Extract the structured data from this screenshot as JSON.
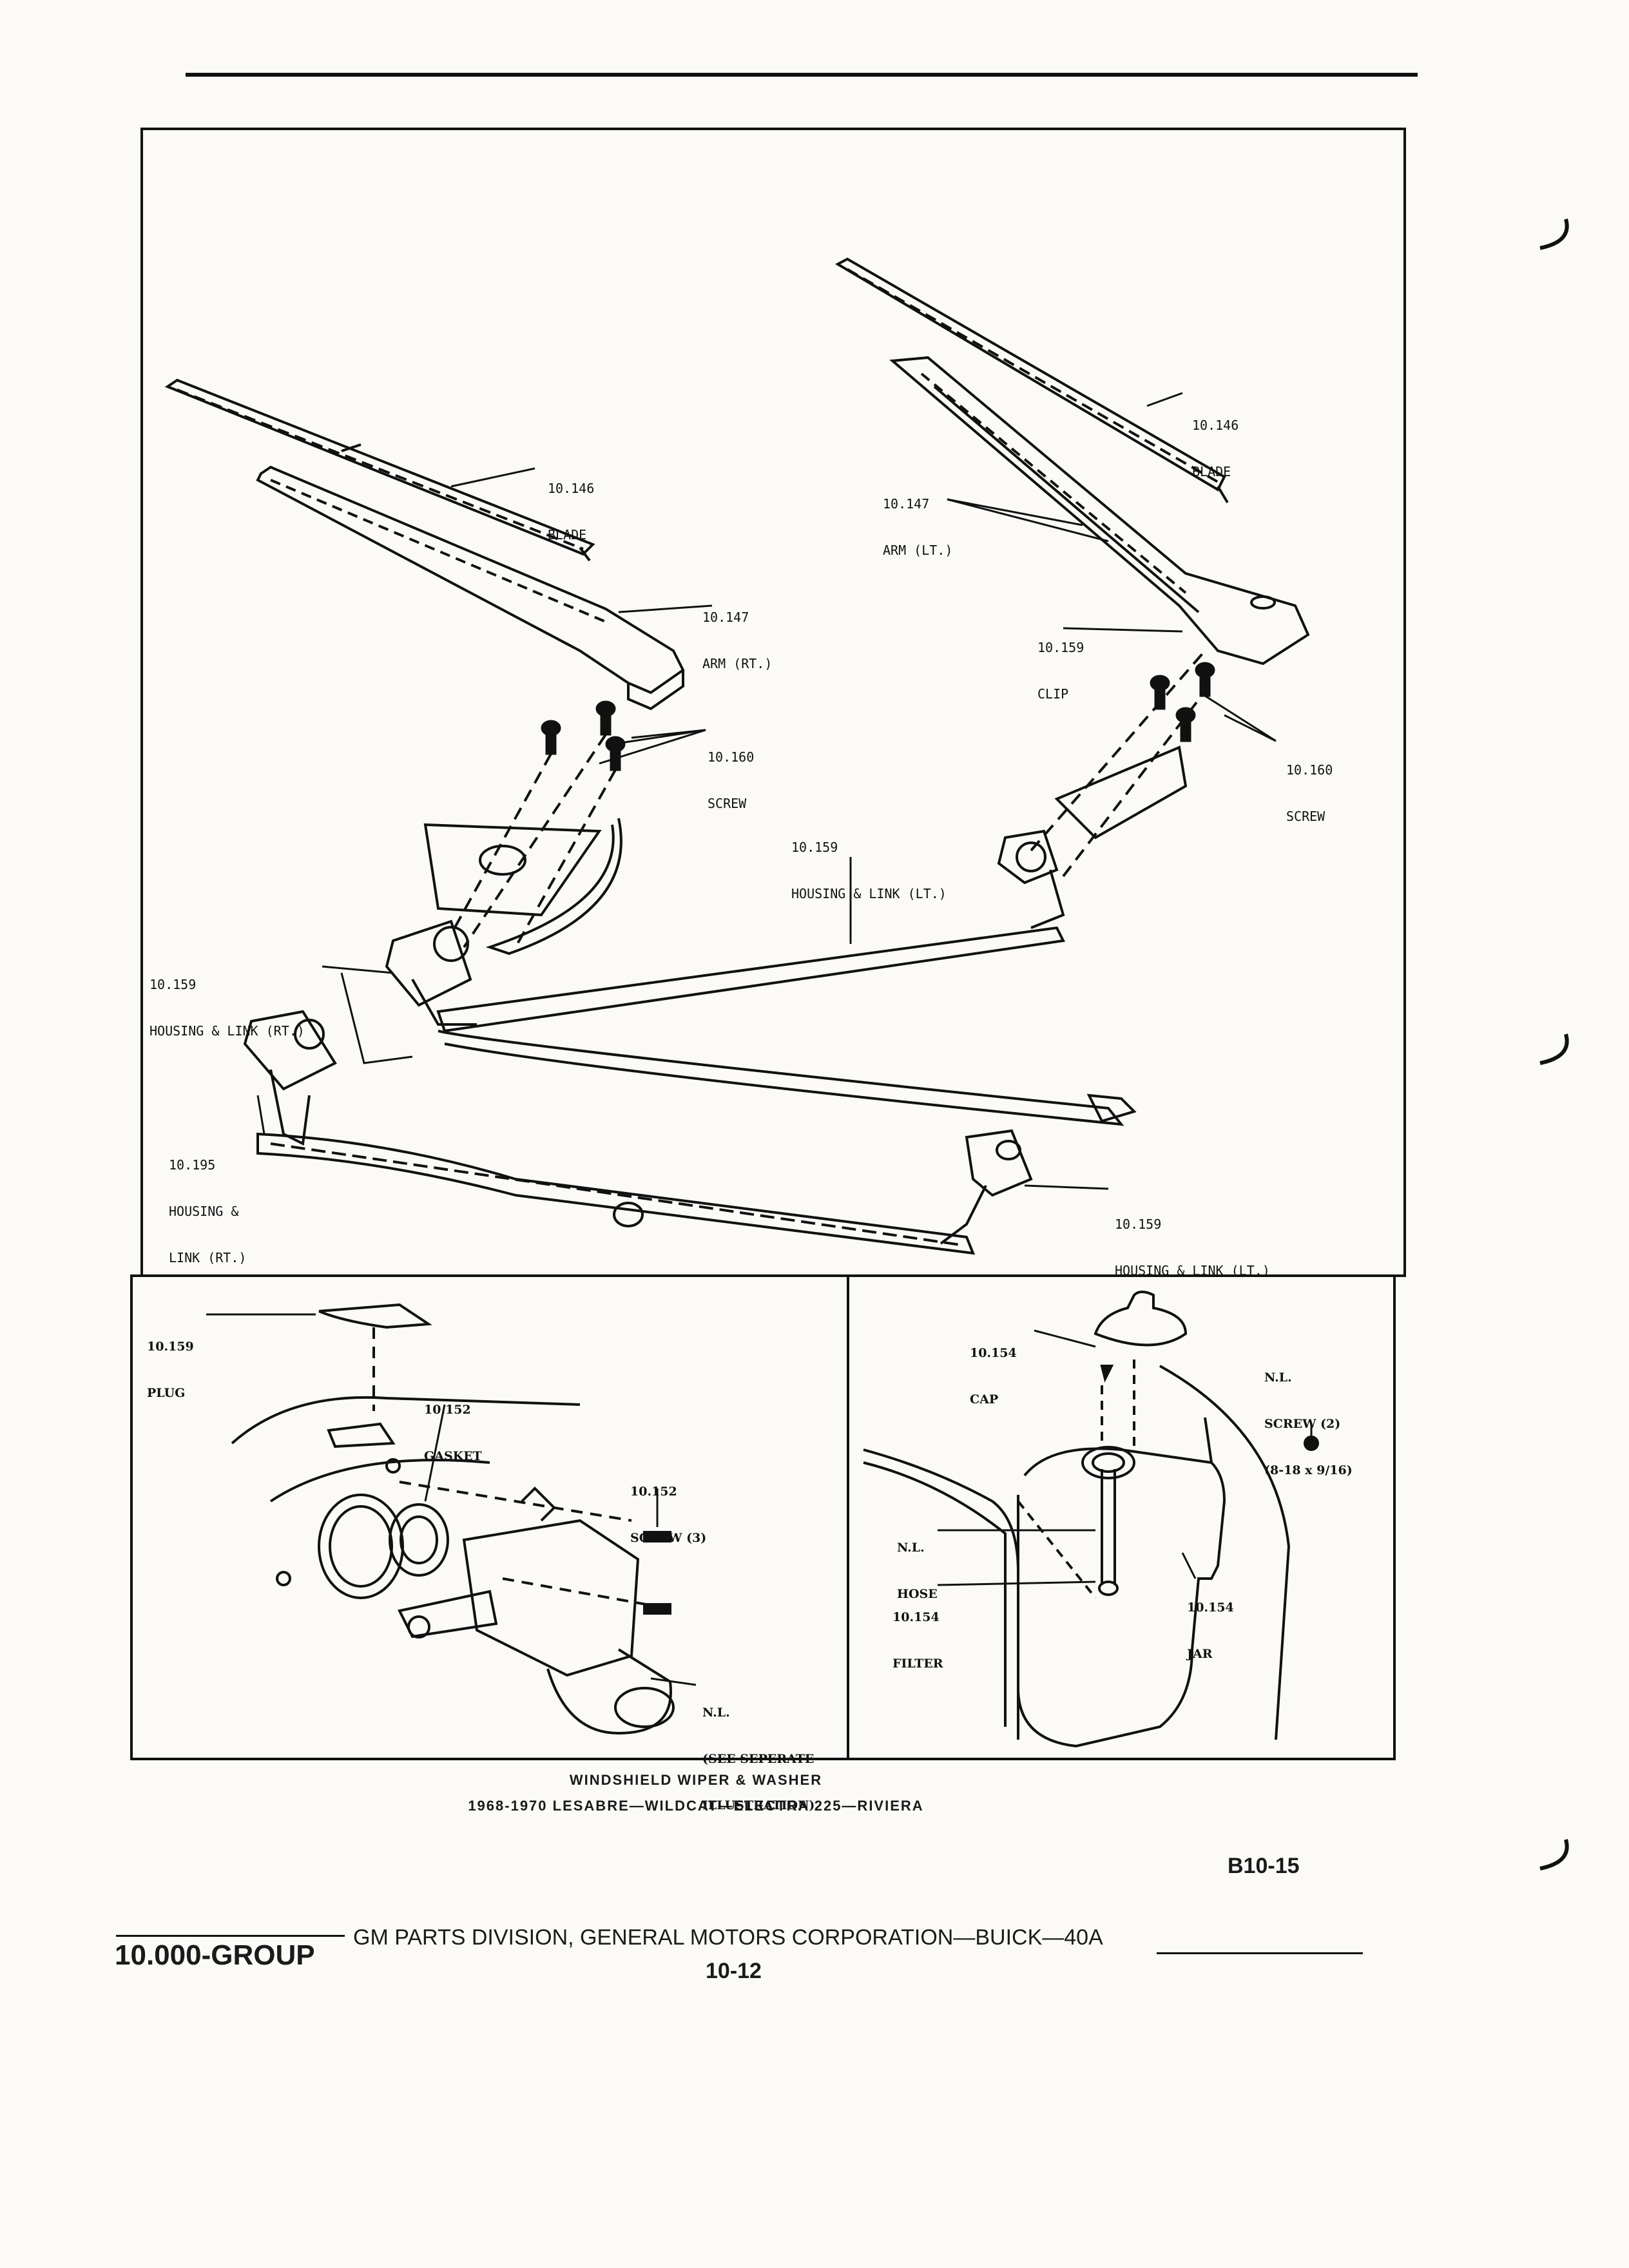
{
  "labels": {
    "blade_left": {
      "num": "10.146",
      "name": "BLADE"
    },
    "blade_right": {
      "num": "10.146",
      "name": "BLADE"
    },
    "arm_rt": {
      "num": "10.147",
      "name": "ARM (RT.)"
    },
    "arm_lt": {
      "num": "10.147",
      "name": "ARM (LT.)"
    },
    "clip": {
      "num": "10.159",
      "name": "CLIP"
    },
    "screw_left": {
      "num": "10.160",
      "name": "SCREW"
    },
    "screw_right": {
      "num": "10.160",
      "name": "SCREW"
    },
    "housing_link_lt_top": {
      "num": "10.159",
      "name": "HOUSING & LINK (LT.)"
    },
    "housing_link_rt": {
      "num": "10.159",
      "name": "HOUSING & LINK (RT.)"
    },
    "housing_link_rt_195": {
      "num": "10.195",
      "name1": "HOUSING &",
      "name2": "LINK (RT.)"
    },
    "housing_link_lt_bottom": {
      "num": "10.159",
      "name": "HOUSING & LINK (LT.)"
    },
    "plug": {
      "num": "10.159",
      "name": "PLUG"
    },
    "gasket": {
      "num": "10.152",
      "name": "GASKET"
    },
    "screw3": {
      "num": "10.152",
      "name": "SCREW (3)"
    },
    "nl_motor": {
      "num": "N.L.",
      "name1": "(SEE SEPERATE",
      "name2": "ILLUSTRATION)"
    },
    "cap": {
      "num": "10.154",
      "name": "CAP"
    },
    "nl_screw": {
      "num": "N.L.",
      "name1": "SCREW (2)",
      "name2": "(8-18 x 9/16)"
    },
    "hose": {
      "num": "N.L.",
      "name": "HOSE"
    },
    "filter": {
      "num": "10.154",
      "name": "FILTER"
    },
    "jar": {
      "num": "10.154",
      "name": "JAR"
    }
  },
  "caption": {
    "line1": "WINDSHIELD WIPER & WASHER",
    "line2": "1968-1970 LESABRE—WILDCAT—ELECTRA 225—RIVIERA"
  },
  "page_code": "B10-15",
  "footer": {
    "group": "10.000-GROUP",
    "division": "GM PARTS DIVISION, GENERAL MOTORS CORPORATION—BUICK—40A",
    "page_number": "10-12"
  }
}
